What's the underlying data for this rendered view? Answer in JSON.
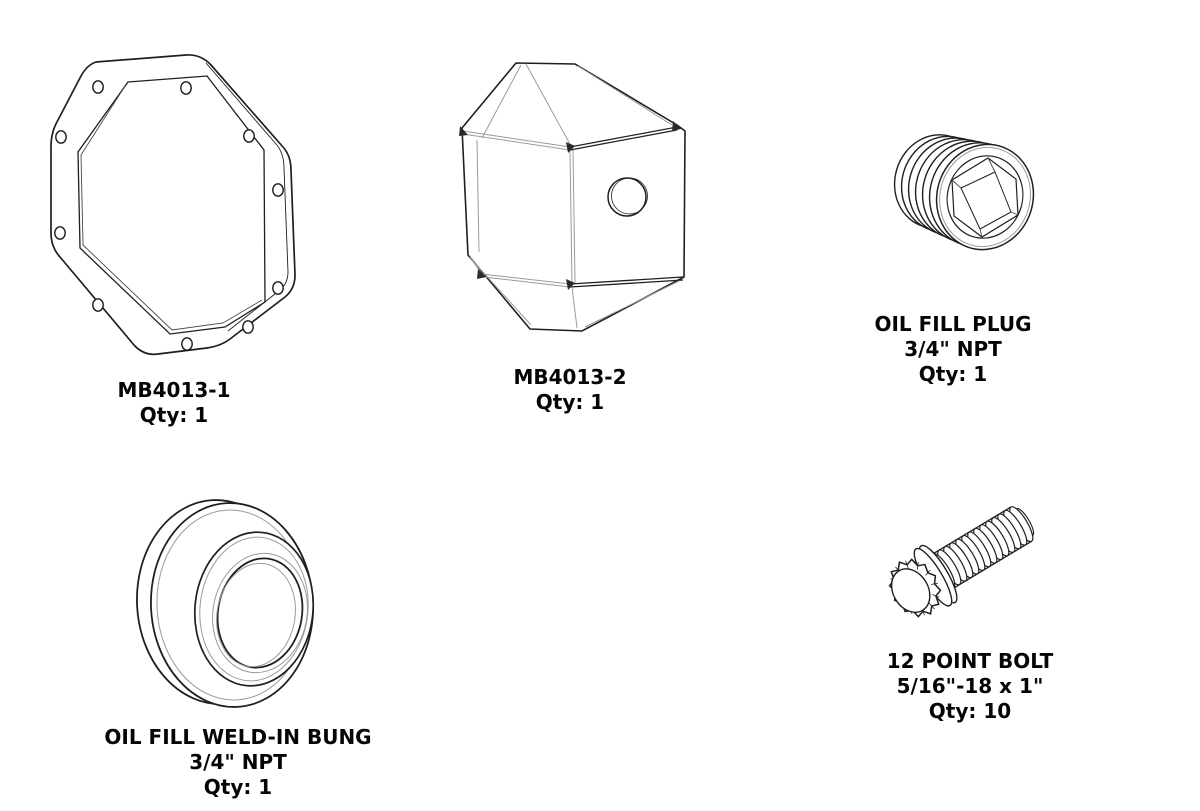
{
  "colors": {
    "background": "#ffffff",
    "line": "#1f1f1f",
    "detail_line": "#9b9b9b",
    "text": "#050505"
  },
  "parts": {
    "flange": {
      "lines": [
        "MB4013-1",
        "Qty: 1"
      ]
    },
    "cover": {
      "lines": [
        "MB4013-2",
        "Qty: 1"
      ]
    },
    "plug": {
      "lines": [
        "OIL FILL PLUG",
        "3/4\" NPT",
        "Qty: 1"
      ]
    },
    "bung": {
      "lines": [
        "OIL FILL WELD-IN BUNG",
        "3/4\" NPT",
        "Qty: 1"
      ]
    },
    "bolt": {
      "lines": [
        "12 POINT BOLT",
        "5/16\"-18 x 1\"",
        "Qty: 10"
      ]
    }
  }
}
